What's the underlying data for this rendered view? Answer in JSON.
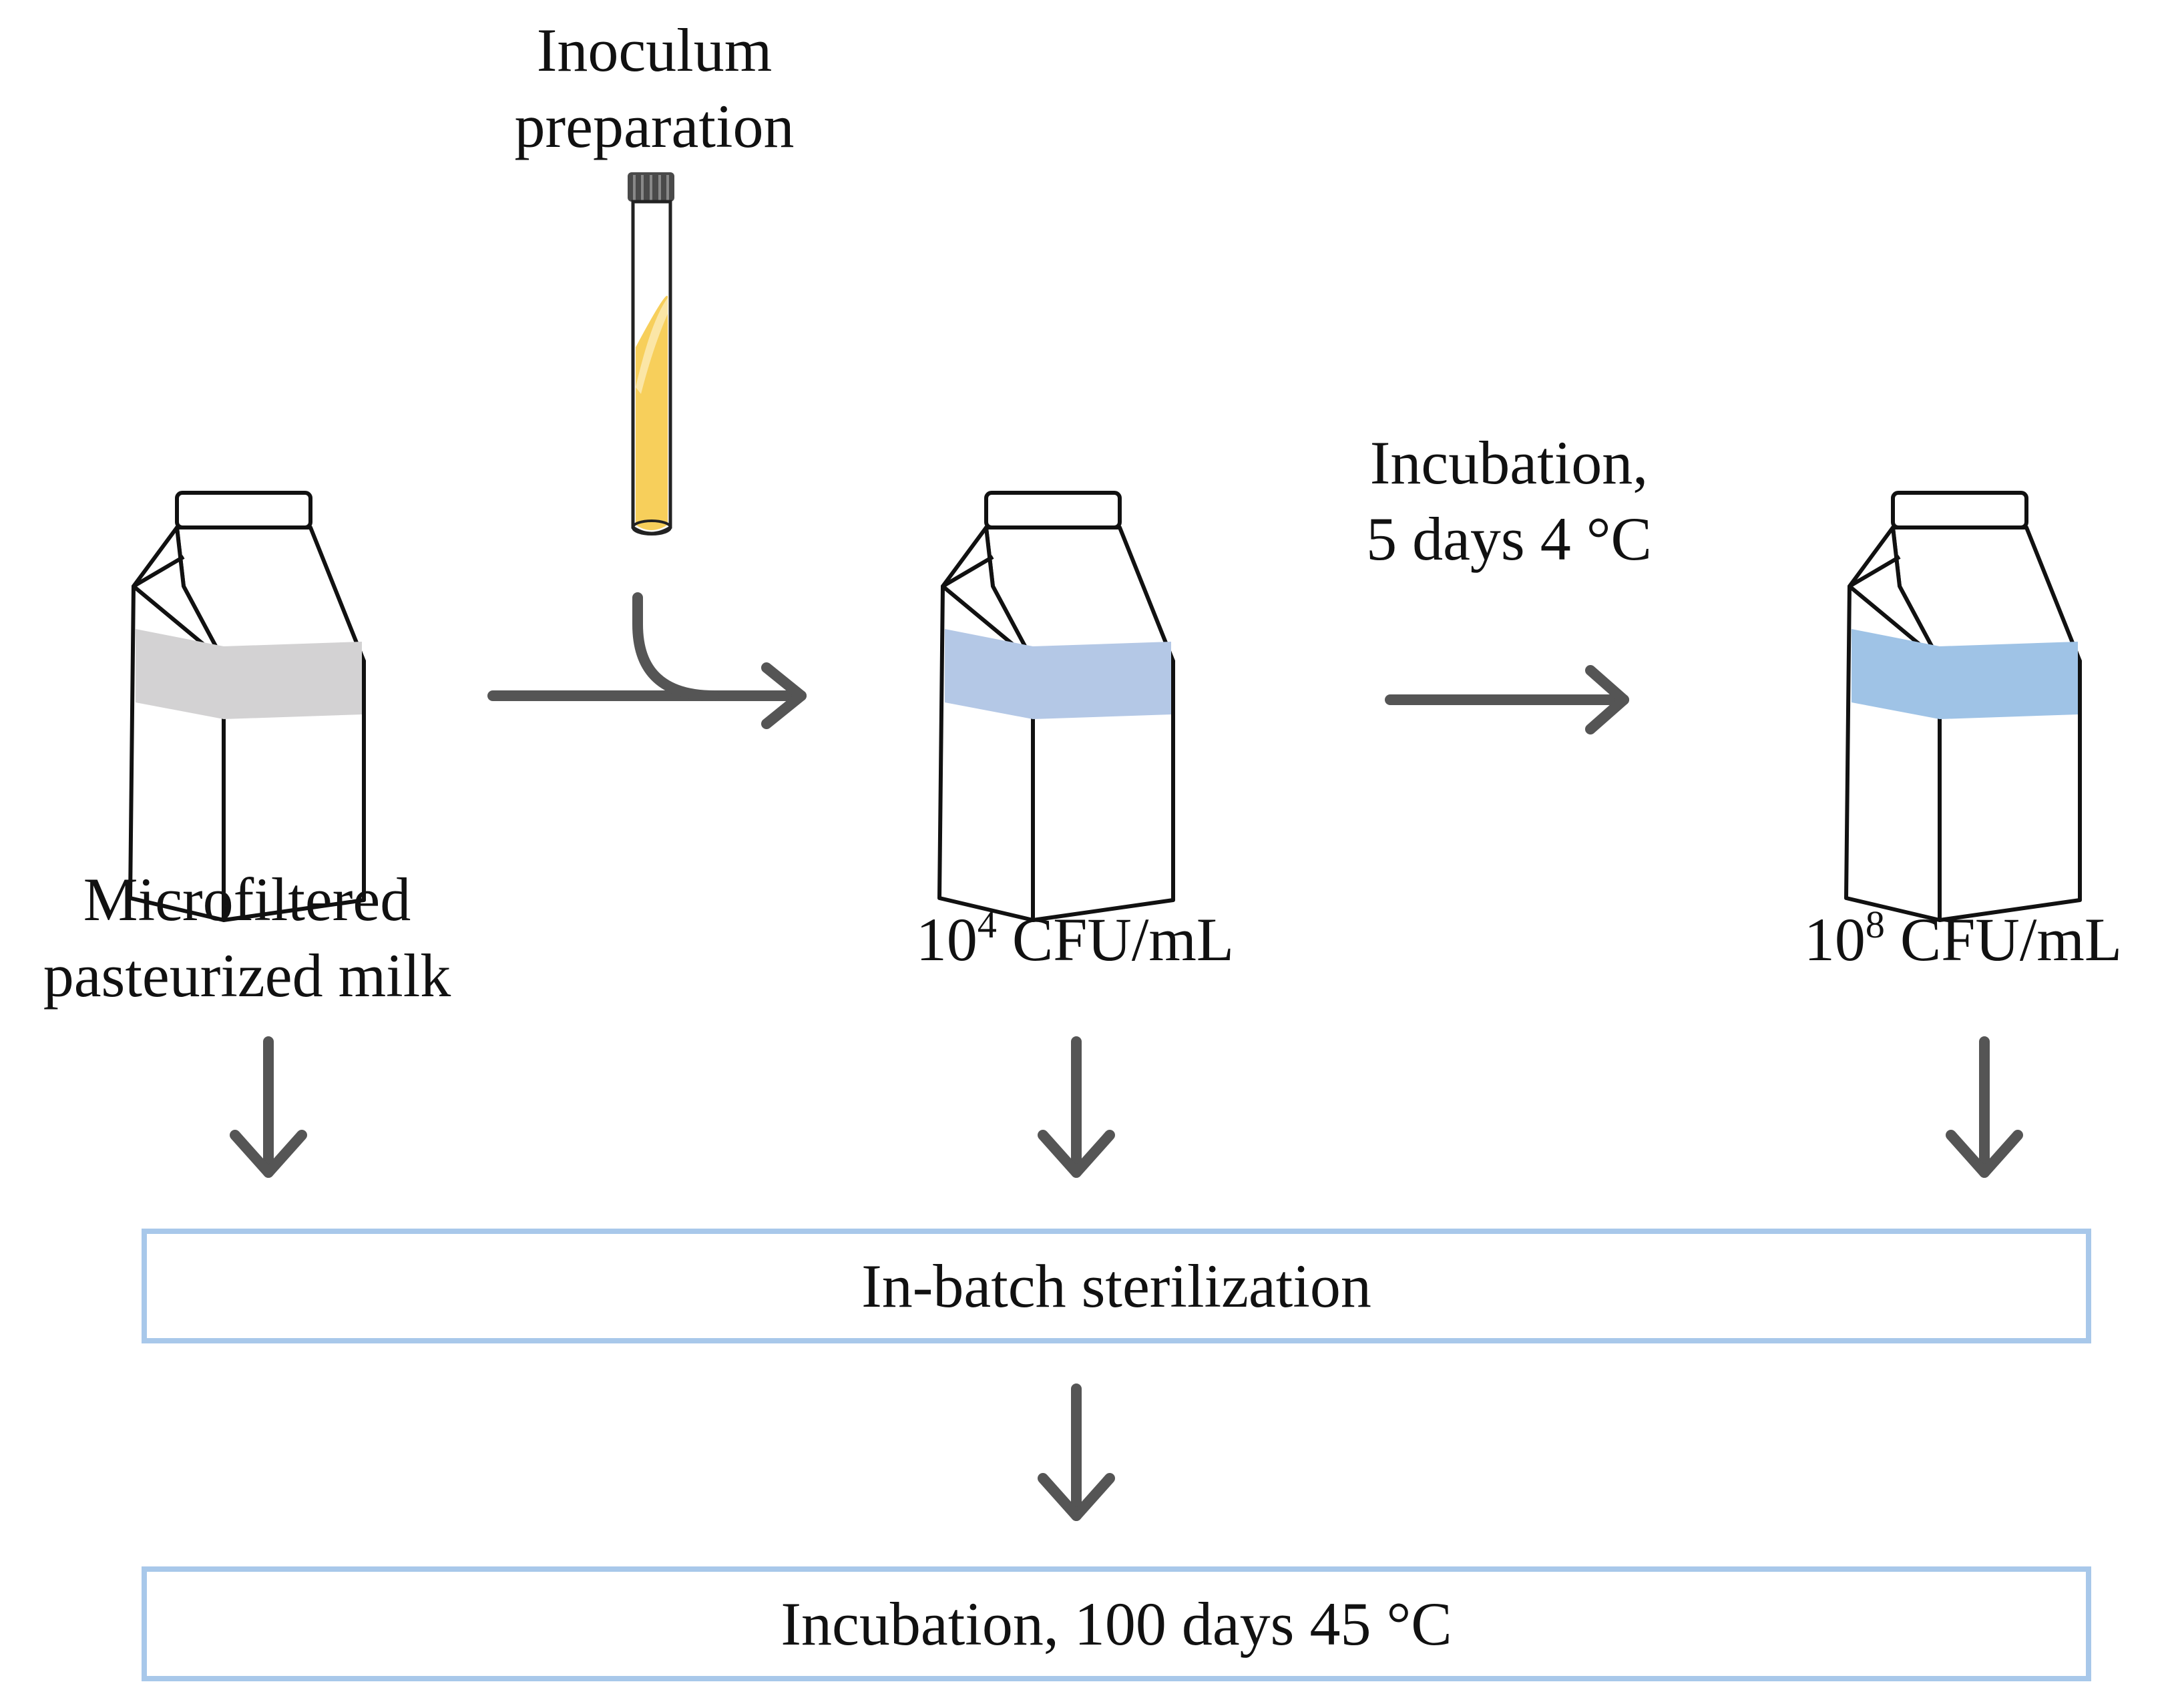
{
  "labels": {
    "inoculum_line1": "Inoculum",
    "inoculum_line2": "preparation",
    "incubation_short_line1": "Incubation,",
    "incubation_short_line2": "5 days 4 °C",
    "milk_line1": "Microfiltered",
    "milk_line2": "pasteurized milk",
    "cfu_low_base": "10",
    "cfu_low_exp": "4",
    "cfu_low_unit": " CFU/mL",
    "cfu_high_base": "10",
    "cfu_high_exp": "8",
    "cfu_high_unit": " CFU/mL"
  },
  "steps": {
    "sterilization": "In-batch sterilization",
    "incubation_long": "Incubation, 100 days 45 °C"
  },
  "colors": {
    "arrow": "#555555",
    "box_border": "#a8c8ea",
    "band_control": "#d3d2d3",
    "band_low": "#b4c8e6",
    "band_high": "#9fc3e6",
    "tube_liquid": "#f7cf5b"
  }
}
